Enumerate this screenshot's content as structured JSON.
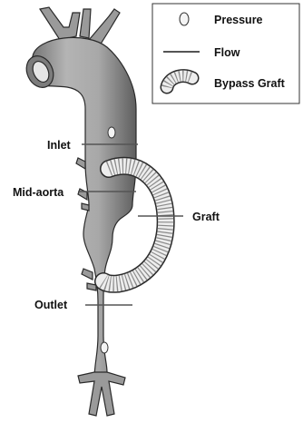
{
  "legend": {
    "items": [
      {
        "icon": "pressure-marker-icon",
        "label": "Pressure"
      },
      {
        "icon": "flow-line-icon",
        "label": "Flow"
      },
      {
        "icon": "bypass-graft-icon",
        "label": "Bypass Graft"
      }
    ]
  },
  "labels": {
    "inlet": "Inlet",
    "mid_aorta": "Mid-aorta",
    "graft": "Graft",
    "outlet": "Outlet"
  },
  "colors": {
    "vessel_fill": "#9a9a9a",
    "vessel_stroke": "#2a2a2a",
    "graft_fill": "#ededed",
    "graft_rib": "#8a8a8a",
    "flow_line": "#555555",
    "text": "#111111"
  }
}
